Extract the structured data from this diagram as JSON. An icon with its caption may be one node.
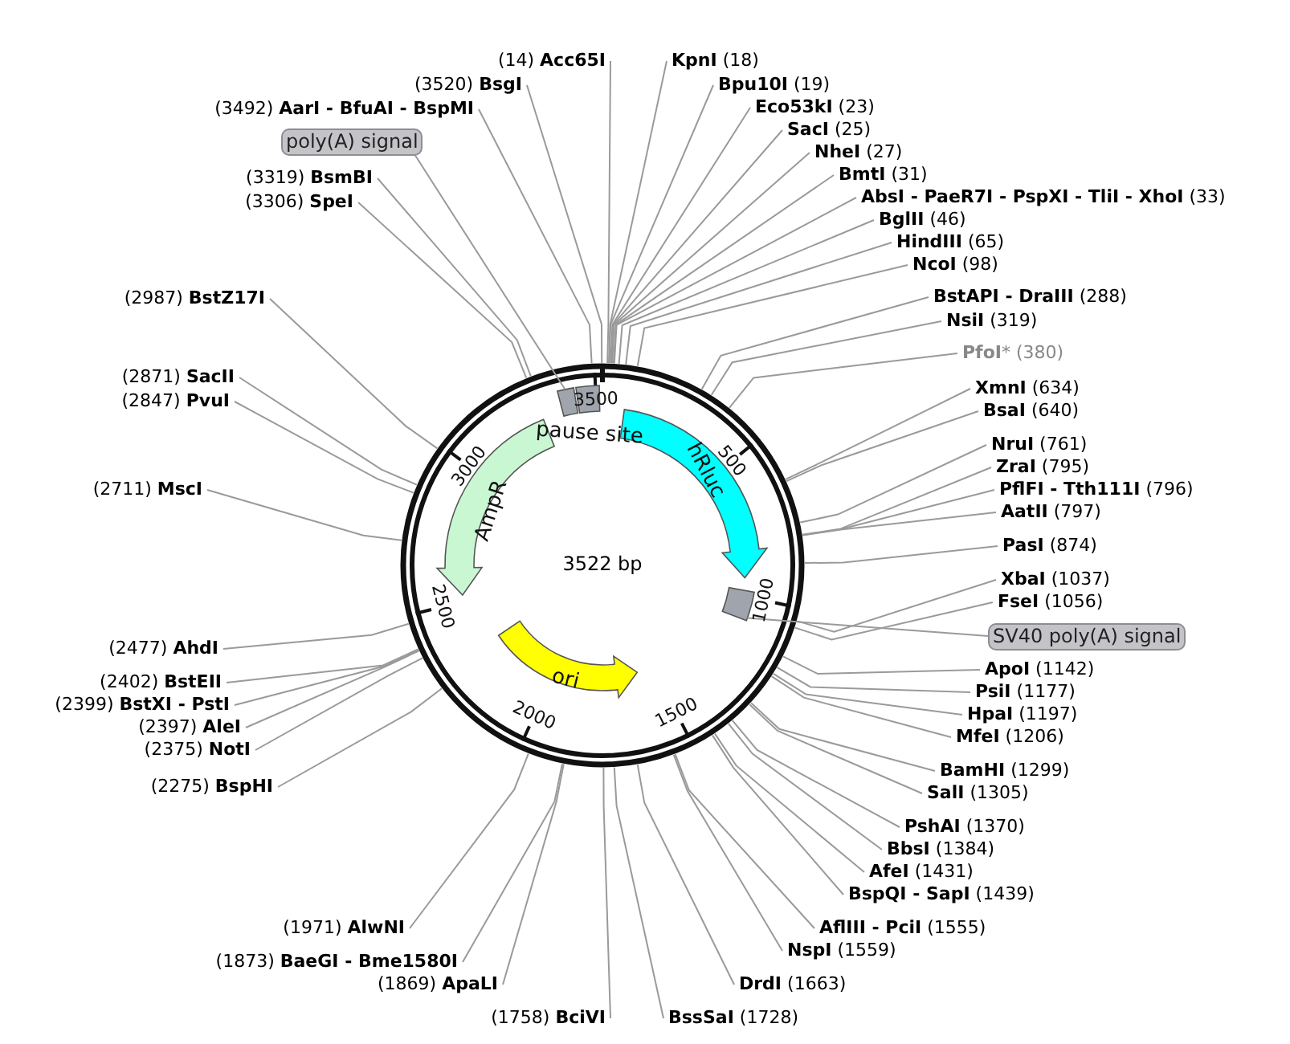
{
  "diagram": {
    "nodes": [
      {
        "text": [
          "hRluc"
        ],
        "in": 63
      },
      {
        "text": [
          "AmpR"
        ],
        "in": 63
      },
      {
        "text": [
          "ori"
        ],
        "in": 63
      },
      {
        "text": [
          "pause site"
        ],
        "in": 63
      },
      {
        "text": [
          "poly(A) signal"
        ]
      },
      {
        "text": [],
        "shape": "box",
        "in": 63
      },
      {
        "text": [
          "SV40 poly(A) signal"
        ]
      },
      {
        "text": [],
        "shape": "box",
        "in": 63
      },
      {
        "text": [
          "(14) **Acc65I**"
        ]
      },
      {
        "text": [
          "**KpnI** (18)"
        ]
      },
      {
        "text": [
          "**Bpu10I** (19)"
        ]
      },
      {
        "text": [
          "**Eco53kI** (23)"
        ]
      },
      {
        "text": [
          "**SacI** (25)"
        ]
      },
      {
        "text": [
          "**NheI** (27)"
        ]
      },
      {
        "text": [
          "**BmtI** (31)"
        ]
      },
      {
        "text": [
          "**AbsI - PaeR7I - PspXI - TliI - XhoI** (33)"
        ]
      },
      {
        "text": [
          "**BglII** (46)"
        ]
      },
      {
        "text": [
          "**HindIII** (65)"
        ]
      },
      {
        "text": [
          "**NcoI** (98)"
        ]
      },
      {
        "text": [
          "**BstAPI - DraIII** (288)"
        ]
      },
      {
        "text": [
          "**NsiI** (319)"
        ]
      },
      {
        "text": [
          "**PfoI*** (380)"
        ]
      },
      {
        "text": [
          "**XmnI** (634)"
        ]
      },
      {
        "text": [
          "**BsaI** (640)"
        ]
      },
      {
        "text": [
          "**NruI** (761)"
        ]
      },
      {
        "text": [
          "**ZraI** (795)"
        ]
      },
      {
        "text": [
          "**PflFI - Tth111I** (796)"
        ]
      },
      {
        "text": [
          "**AatII** (797)"
        ]
      },
      {
        "text": [
          "**PasI** (874)"
        ]
      },
      {
        "text": [
          "**XbaI** (1037)"
        ]
      },
      {
        "text": [
          "**FseI** (1056)"
        ]
      },
      {
        "text": [
          "**ApoI** (1142)"
        ]
      },
      {
        "text": [
          "**PsiI** (1177)"
        ]
      },
      {
        "text": [
          "**HpaI** (1197)"
        ]
      },
      {
        "text": [
          "**MfeI** (1206)"
        ]
      },
      {
        "text": [
          "**BamHI** (1299)"
        ]
      },
      {
        "text": [
          "**SalI** (1305)"
        ]
      },
      {
        "text": [
          "**PshAI** (1370)"
        ]
      },
      {
        "text": [
          "**BbsI** (1384)"
        ]
      },
      {
        "text": [
          "**AfeI** (1431)"
        ]
      },
      {
        "text": [
          "**BspQI - SapI** (1439)"
        ]
      },
      {
        "text": [
          "**AflIII - PciI** (1555)"
        ]
      },
      {
        "text": [
          "**NspI** (1559)"
        ]
      },
      {
        "text": [
          "**DrdI** (1663)"
        ]
      },
      {
        "text": [
          "**BssSaI** (1728)"
        ]
      },
      {
        "text": [
          "(1758) **BciVI**"
        ]
      },
      {
        "text": [
          "(1869) **ApaLI**"
        ]
      },
      {
        "text": [
          "(1873) **BaeGI - Bme1580I**"
        ]
      },
      {
        "text": [
          "(1971) **AlwNI**"
        ]
      },
      {
        "text": [
          "(2275) **BspHI**"
        ]
      },
      {
        "text": [
          "(2375) **NotI**"
        ]
      },
      {
        "text": [
          "(2397) **AleI**"
        ]
      },
      {
        "text": [
          "(2399) **BstXI - PstI**"
        ]
      },
      {
        "text": [
          "(2402) **BstEII**"
        ]
      },
      {
        "text": [
          "(2477) **AhdI**"
        ]
      },
      {
        "text": [
          "(2711) **MscI**"
        ]
      },
      {
        "text": [
          "(2847) **PvuI**"
        ]
      },
      {
        "text": [
          "(2871) **SacII**"
        ]
      },
      {
        "text": [
          "(2987) **BstZ17I**"
        ]
      },
      {
        "text": [
          "(3306) **SpeI**"
        ]
      },
      {
        "text": [
          "(3319) **BsmBI**"
        ]
      },
      {
        "text": [
          "(3492) **AarI - BfuAI - BspMI**"
        ]
      },
      {
        "text": [
          "(3520) **BsgI**"
        ]
      },
      {
        "text": [],
        "shape": "circle"
      }
    ],
    "edges": [
      {
        "from": 4,
        "to": 5,
        "arrow": "none"
      },
      {
        "from": 6,
        "to": 7,
        "arrow": "none"
      },
      {
        "from": 8,
        "to": 63,
        "arrow": "none"
      },
      {
        "from": 9,
        "to": 63,
        "arrow": "none"
      },
      {
        "from": 10,
        "to": 63,
        "arrow": "none"
      },
      {
        "from": 11,
        "to": 63,
        "arrow": "none"
      },
      {
        "from": 12,
        "to": 63,
        "arrow": "none"
      },
      {
        "from": 13,
        "to": 63,
        "arrow": "none"
      },
      {
        "from": 14,
        "to": 63,
        "arrow": "none"
      },
      {
        "from": 15,
        "to": 63,
        "arrow": "none"
      },
      {
        "from": 16,
        "to": 63,
        "arrow": "none"
      },
      {
        "from": 17,
        "to": 63,
        "arrow": "none"
      },
      {
        "from": 18,
        "to": 63,
        "arrow": "none"
      },
      {
        "from": 19,
        "to": 63,
        "arrow": "none"
      },
      {
        "from": 20,
        "to": 63,
        "arrow": "none"
      },
      {
        "from": 21,
        "to": 63,
        "arrow": "none"
      },
      {
        "from": 22,
        "to": 63,
        "arrow": "none"
      },
      {
        "from": 23,
        "to": 63,
        "arrow": "none"
      },
      {
        "from": 24,
        "to": 63,
        "arrow": "none"
      },
      {
        "from": 25,
        "to": 63,
        "arrow": "none"
      },
      {
        "from": 26,
        "to": 63,
        "arrow": "none"
      },
      {
        "from": 27,
        "to": 63,
        "arrow": "none"
      },
      {
        "from": 28,
        "to": 63,
        "arrow": "none"
      },
      {
        "from": 29,
        "to": 63,
        "arrow": "none"
      },
      {
        "from": 30,
        "to": 63,
        "arrow": "none"
      },
      {
        "from": 31,
        "to": 63,
        "arrow": "none"
      },
      {
        "from": 32,
        "to": 63,
        "arrow": "none"
      },
      {
        "from": 33,
        "to": 63,
        "arrow": "none"
      },
      {
        "from": 34,
        "to": 63,
        "arrow": "none"
      },
      {
        "from": 35,
        "to": 63,
        "arrow": "none"
      },
      {
        "from": 36,
        "to": 63,
        "arrow": "none"
      },
      {
        "from": 37,
        "to": 63,
        "arrow": "none"
      },
      {
        "from": 38,
        "to": 63,
        "arrow": "none"
      },
      {
        "from": 39,
        "to": 63,
        "arrow": "none"
      },
      {
        "from": 40,
        "to": 63,
        "arrow": "none"
      },
      {
        "from": 41,
        "to": 63,
        "arrow": "none"
      },
      {
        "from": 42,
        "to": 63,
        "arrow": "none"
      },
      {
        "from": 43,
        "to": 63,
        "arrow": "none"
      },
      {
        "from": 44,
        "to": 63,
        "arrow": "none"
      },
      {
        "from": 45,
        "to": 63,
        "arrow": "none"
      },
      {
        "from": 46,
        "to": 63,
        "arrow": "none"
      },
      {
        "from": 47,
        "to": 63,
        "arrow": "none"
      },
      {
        "from": 48,
        "to": 63,
        "arrow": "none"
      },
      {
        "from": 49,
        "to": 63,
        "arrow": "none"
      },
      {
        "from": 50,
        "to": 63,
        "arrow": "none"
      },
      {
        "from": 51,
        "to": 63,
        "arrow": "none"
      },
      {
        "from": 52,
        "to": 63,
        "arrow": "none"
      },
      {
        "from": 53,
        "to": 63,
        "arrow": "none"
      },
      {
        "from": 54,
        "to": 63,
        "arrow": "none"
      },
      {
        "from": 55,
        "to": 63,
        "arrow": "none"
      },
      {
        "from": 56,
        "to": 63,
        "arrow": "none"
      },
      {
        "from": 57,
        "to": 63,
        "arrow": "none"
      },
      {
        "from": 58,
        "to": 63,
        "arrow": "none"
      },
      {
        "from": 59,
        "to": 63,
        "arrow": "none"
      },
      {
        "from": 60,
        "to": 63,
        "arrow": "none"
      },
      {
        "from": 61,
        "to": 63,
        "arrow": "none"
      },
      {
        "from": 62,
        "to": 63,
        "arrow": "none"
      }
    ],
    "labels": [
      "3522 bp",
      "500",
      "1000",
      "1500",
      "2000",
      "2500",
      "3000",
      "3500"
    ]
  }
}
